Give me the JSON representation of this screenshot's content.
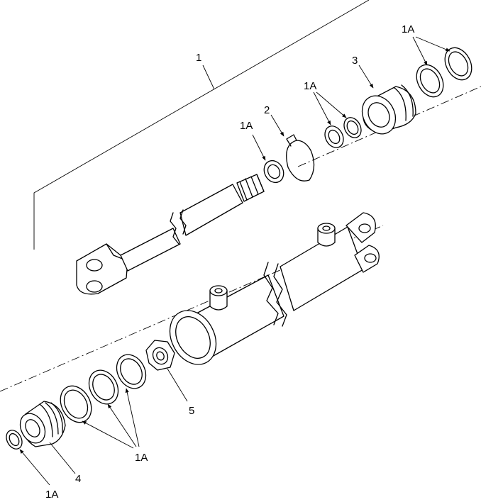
{
  "callouts": {
    "c1": "1",
    "c1a_top_right": "1A",
    "c3": "3",
    "c1a_mid": "1A",
    "c2": "2",
    "c1a_left": "1A",
    "c5": "5",
    "c1a_bottom": "1A",
    "c4": "4",
    "c1a_bottom_left": "1A"
  }
}
